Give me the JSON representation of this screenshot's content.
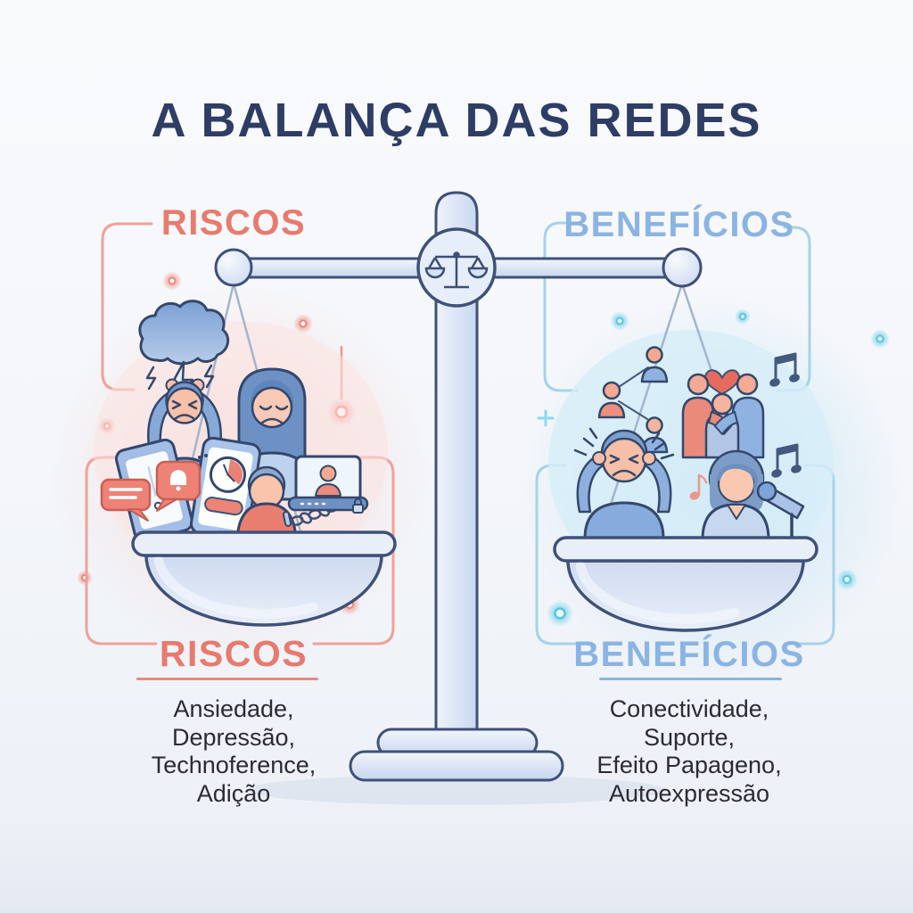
{
  "title": "A BALANÇA DAS REDES",
  "left_section": {
    "top_label": "RISCOS",
    "bottom_label": "RISCOS",
    "items": [
      "Ansiedade,",
      "Depressão,",
      "Technoference,",
      "Adição"
    ],
    "accent_color": "#e87a6e",
    "frame_color": "#f0a198"
  },
  "right_section": {
    "top_label": "BENEFÍCIOS",
    "bottom_label": "BENEFÍCIOS",
    "items": [
      "Conectividade,",
      "Suporte,",
      "Efeito Papageno,",
      "Autoexpressão"
    ],
    "accent_color": "#8ab4e4",
    "frame_color": "#a6d2e8"
  },
  "colors": {
    "title": "#2e3d66",
    "outline": "#3f5178",
    "body_text": "#2b2b33",
    "background": "#f3f5f9",
    "scale_fill": "#dfe9f7"
  },
  "icons": [
    "balance-scale-icon",
    "scales-medallion-icon",
    "storm-cloud-icon",
    "lightning-icon",
    "stressed-boy-icon",
    "sad-woman-icon",
    "tablet-icon",
    "chat-bubble-icon",
    "notification-bell-icon",
    "clock-phone-icon",
    "chained-child-icon",
    "chain-icon",
    "laptop-video-call-icon",
    "network-people-icon",
    "heart-icon",
    "group-hug-icon",
    "ears-covered-boy-icon",
    "singer-icon",
    "microphone-icon",
    "music-note-icon"
  ]
}
